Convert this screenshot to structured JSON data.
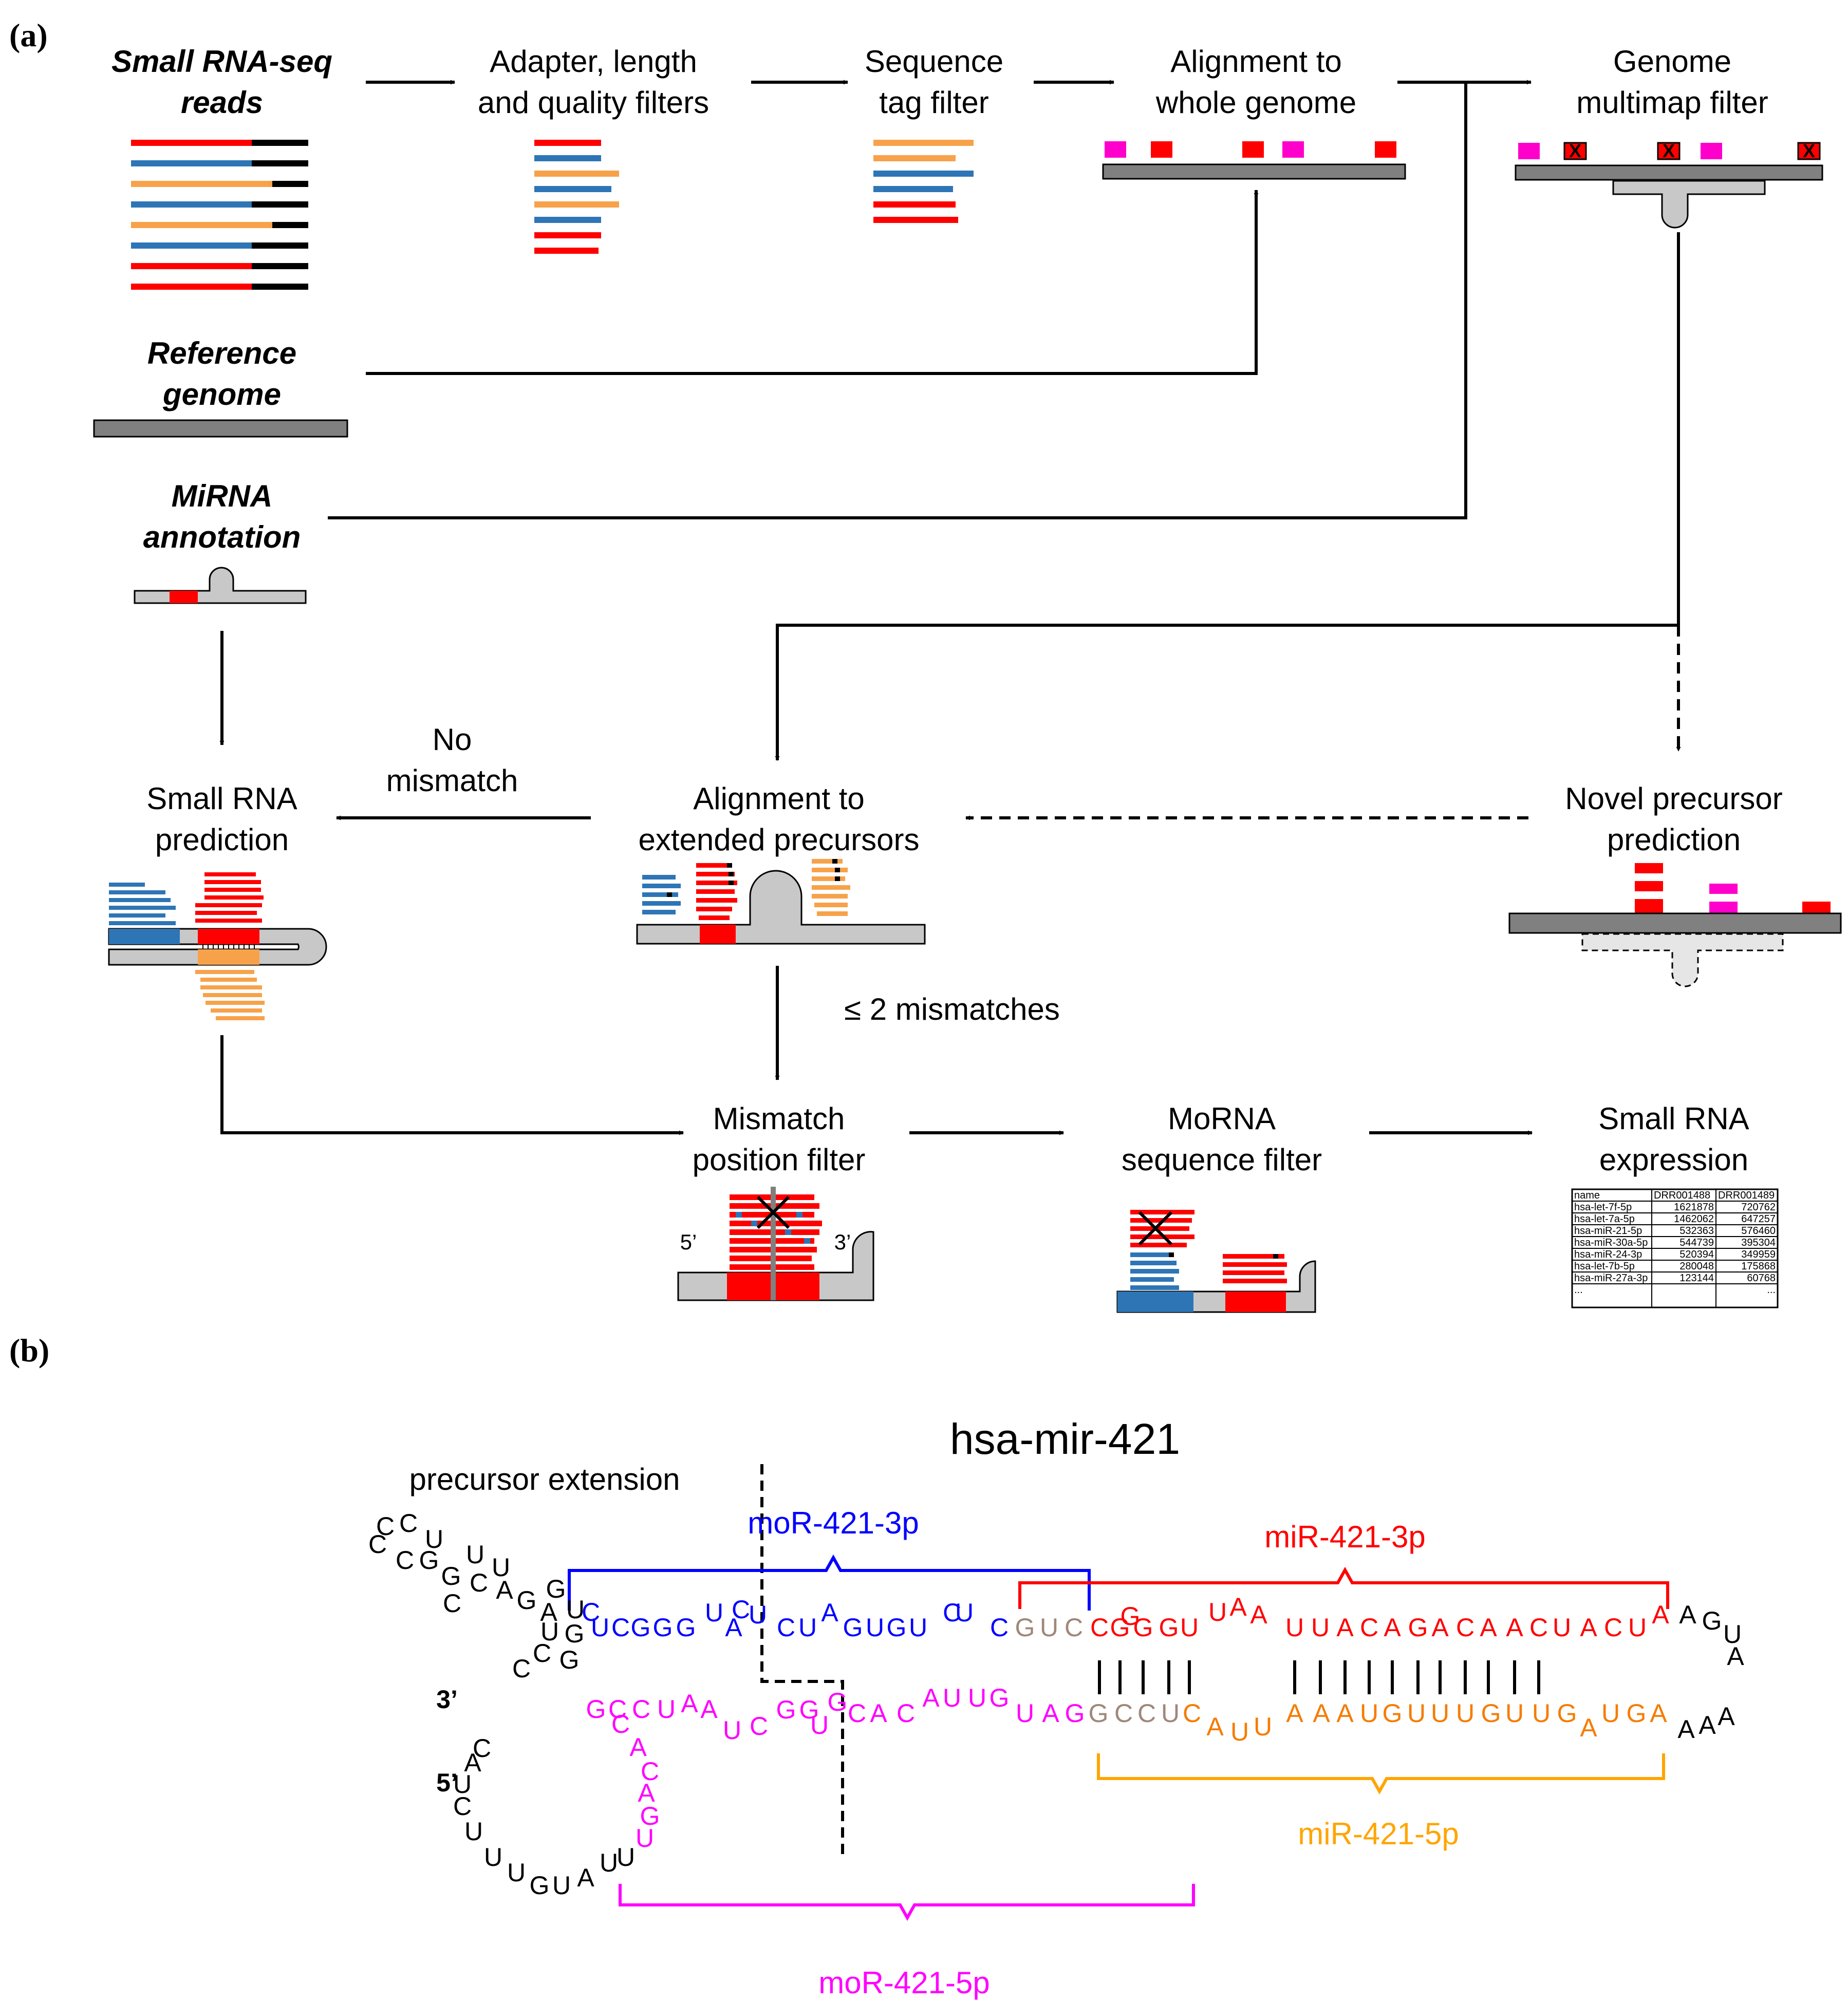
{
  "panels": {
    "a": "(a)",
    "b": "(b)"
  },
  "colors": {
    "red": "#ff0000",
    "blue": "#2e75b6",
    "orange": "#f7a24a",
    "black": "#000000",
    "magenta": "#ff00cc",
    "genome_gray": "#808080",
    "light_gray": "#c8c8c8",
    "nt_blue": "#0000ff",
    "nt_red": "#ff0000",
    "nt_orange": "#f57c00",
    "nt_magenta": "#ff00ff",
    "nt_brown": "#a0877a"
  },
  "panel_a": {
    "inputs": {
      "reads": [
        "Small RNA-seq",
        "reads"
      ],
      "genome": [
        "Reference",
        "genome"
      ],
      "annotation": [
        "MiRNA",
        "annotation"
      ]
    },
    "steps": {
      "adapter": [
        "Adapter, length",
        "and quality filters"
      ],
      "tag": [
        "Sequence",
        "tag filter"
      ],
      "align_genome": [
        "Alignment to",
        "whole genome"
      ],
      "multimap": [
        "Genome",
        "multimap filter"
      ],
      "novel": [
        "Novel precursor",
        "prediction"
      ],
      "align_ext": [
        "Alignment to",
        "extended precursors"
      ],
      "prediction": [
        "Small RNA",
        "prediction"
      ],
      "mismatch": [
        "Mismatch",
        "position filter"
      ],
      "morna": [
        "MoRNA",
        "sequence filter"
      ],
      "expression": [
        "Small RNA",
        "expression"
      ]
    },
    "edge_labels": {
      "no_mismatch": [
        "No",
        "mismatch"
      ],
      "two_mismatch": "≤ 2 mismatches"
    },
    "end_labels": {
      "five": "5’",
      "three": "3’"
    },
    "cross_mark": "X",
    "expression_table": {
      "header": [
        "name",
        "DRR001488",
        "DRR001489"
      ],
      "rows": [
        [
          "hsa-let-7f-5p",
          "1621878",
          "720762"
        ],
        [
          "hsa-let-7a-5p",
          "1462062",
          "647257"
        ],
        [
          "hsa-miR-21-5p",
          "532363",
          "576460"
        ],
        [
          "hsa-miR-30a-5p",
          "544739",
          "395304"
        ],
        [
          "hsa-miR-24-3p",
          "520394",
          "349959"
        ],
        [
          "hsa-let-7b-5p",
          "280048",
          "175868"
        ],
        [
          "hsa-miR-27a-3p",
          "123144",
          "60768"
        ],
        [
          "...",
          "",
          "..."
        ]
      ]
    }
  },
  "panel_b": {
    "title": "hsa-mir-421",
    "extension_label": "precursor extension",
    "brackets": {
      "mor3p": "moR-421-3p",
      "mir3p": "miR-421-3p",
      "mir5p": "miR-421-5p",
      "mor5p": "moR-421-5p"
    },
    "end_labels": {
      "three": "3’",
      "five": "5’"
    },
    "pair_count": 16,
    "nucleotides": [
      {
        "t": "C",
        "c": "black"
      },
      {
        "t": "C",
        "c": "black"
      },
      {
        "t": "C",
        "c": "black"
      },
      {
        "t": "U",
        "c": "black"
      },
      {
        "t": "C",
        "c": "black"
      },
      {
        "t": "G",
        "c": "black"
      },
      {
        "t": "G",
        "c": "black"
      },
      {
        "t": "U",
        "c": "black"
      },
      {
        "t": "C",
        "c": "black"
      },
      {
        "t": "U",
        "c": "black"
      },
      {
        "t": "C",
        "c": "black"
      },
      {
        "t": "A",
        "c": "black"
      },
      {
        "t": "G",
        "c": "black"
      },
      {
        "t": "G",
        "c": "black"
      },
      {
        "t": "A",
        "c": "black"
      },
      {
        "t": "U",
        "c": "black"
      },
      {
        "t": "U",
        "c": "black"
      },
      {
        "t": "G",
        "c": "black"
      },
      {
        "t": "C",
        "c": "black"
      },
      {
        "t": "C",
        "c": "black"
      },
      {
        "t": "G",
        "c": "black"
      },
      {
        "t": "C",
        "c": "blue"
      },
      {
        "t": "U",
        "c": "blue"
      },
      {
        "t": "C",
        "c": "blue"
      },
      {
        "t": "G",
        "c": "blue"
      },
      {
        "t": "G",
        "c": "blue"
      },
      {
        "t": "G",
        "c": "blue"
      },
      {
        "t": "U",
        "c": "blue"
      },
      {
        "t": "A",
        "c": "blue"
      },
      {
        "t": "C",
        "c": "blue"
      },
      {
        "t": "U",
        "c": "blue"
      },
      {
        "t": "C",
        "c": "blue"
      },
      {
        "t": "U",
        "c": "blue"
      },
      {
        "t": "A",
        "c": "blue"
      },
      {
        "t": "G",
        "c": "blue"
      },
      {
        "t": "U",
        "c": "blue"
      },
      {
        "t": "G",
        "c": "blue"
      },
      {
        "t": "U",
        "c": "blue"
      },
      {
        "t": "C",
        "c": "blue"
      },
      {
        "t": "U",
        "c": "blue"
      },
      {
        "t": "C",
        "c": "blue"
      },
      {
        "t": "G",
        "c": "brown"
      },
      {
        "t": "U",
        "c": "brown"
      },
      {
        "t": "C",
        "c": "brown"
      },
      {
        "t": "C",
        "c": "red"
      },
      {
        "t": "G",
        "c": "red"
      },
      {
        "t": "G",
        "c": "red"
      },
      {
        "t": "G",
        "c": "red"
      },
      {
        "t": "G",
        "c": "red"
      },
      {
        "t": "U",
        "c": "red"
      },
      {
        "t": "U",
        "c": "red"
      },
      {
        "t": "A",
        "c": "red"
      },
      {
        "t": "A",
        "c": "red"
      },
      {
        "t": "U",
        "c": "red"
      },
      {
        "t": "U",
        "c": "red"
      },
      {
        "t": "A",
        "c": "red"
      },
      {
        "t": "C",
        "c": "red"
      },
      {
        "t": "A",
        "c": "red"
      },
      {
        "t": "G",
        "c": "red"
      },
      {
        "t": "A",
        "c": "red"
      },
      {
        "t": "C",
        "c": "red"
      },
      {
        "t": "A",
        "c": "red"
      },
      {
        "t": "A",
        "c": "red"
      },
      {
        "t": "C",
        "c": "red"
      },
      {
        "t": "U",
        "c": "red"
      },
      {
        "t": "A",
        "c": "red"
      },
      {
        "t": "C",
        "c": "red"
      },
      {
        "t": "U",
        "c": "red"
      },
      {
        "t": "A",
        "c": "red"
      },
      {
        "t": "A",
        "c": "black"
      },
      {
        "t": "G",
        "c": "black"
      },
      {
        "t": "U",
        "c": "black"
      },
      {
        "t": "A",
        "c": "black"
      },
      {
        "t": "A",
        "c": "black"
      },
      {
        "t": "A",
        "c": "black"
      },
      {
        "t": "A",
        "c": "black"
      },
      {
        "t": "A",
        "c": "orange"
      },
      {
        "t": "G",
        "c": "orange"
      },
      {
        "t": "U",
        "c": "orange"
      },
      {
        "t": "A",
        "c": "orange"
      },
      {
        "t": "G",
        "c": "orange"
      },
      {
        "t": "U",
        "c": "orange"
      },
      {
        "t": "U",
        "c": "orange"
      },
      {
        "t": "G",
        "c": "orange"
      },
      {
        "t": "U",
        "c": "orange"
      },
      {
        "t": "U",
        "c": "orange"
      },
      {
        "t": "U",
        "c": "orange"
      },
      {
        "t": "G",
        "c": "orange"
      },
      {
        "t": "U",
        "c": "orange"
      },
      {
        "t": "A",
        "c": "orange"
      },
      {
        "t": "A",
        "c": "orange"
      },
      {
        "t": "A",
        "c": "orange"
      },
      {
        "t": "U",
        "c": "orange"
      },
      {
        "t": "U",
        "c": "orange"
      },
      {
        "t": "A",
        "c": "orange"
      },
      {
        "t": "C",
        "c": "orange"
      },
      {
        "t": "U",
        "c": "brown"
      },
      {
        "t": "C",
        "c": "brown"
      },
      {
        "t": "C",
        "c": "brown"
      },
      {
        "t": "G",
        "c": "brown"
      },
      {
        "t": "G",
        "c": "magenta"
      },
      {
        "t": "A",
        "c": "magenta"
      },
      {
        "t": "U",
        "c": "magenta"
      },
      {
        "t": "G",
        "c": "magenta"
      },
      {
        "t": "U",
        "c": "magenta"
      },
      {
        "t": "U",
        "c": "magenta"
      },
      {
        "t": "A",
        "c": "magenta"
      },
      {
        "t": "C",
        "c": "magenta"
      },
      {
        "t": "A",
        "c": "magenta"
      },
      {
        "t": "C",
        "c": "magenta"
      },
      {
        "t": "G",
        "c": "magenta"
      },
      {
        "t": "U",
        "c": "magenta"
      },
      {
        "t": "G",
        "c": "magenta"
      },
      {
        "t": "G",
        "c": "magenta"
      },
      {
        "t": "C",
        "c": "magenta"
      },
      {
        "t": "U",
        "c": "magenta"
      },
      {
        "t": "A",
        "c": "magenta"
      },
      {
        "t": "A",
        "c": "magenta"
      },
      {
        "t": "U",
        "c": "magenta"
      },
      {
        "t": "C",
        "c": "magenta"
      },
      {
        "t": "C",
        "c": "magenta"
      },
      {
        "t": "G",
        "c": "magenta"
      },
      {
        "t": "C",
        "c": "magenta"
      },
      {
        "t": "A",
        "c": "magenta"
      },
      {
        "t": "C",
        "c": "magenta"
      },
      {
        "t": "A",
        "c": "magenta"
      },
      {
        "t": "G",
        "c": "magenta"
      },
      {
        "t": "U",
        "c": "magenta"
      },
      {
        "t": "U",
        "c": "black"
      },
      {
        "t": "U",
        "c": "black"
      },
      {
        "t": "A",
        "c": "black"
      },
      {
        "t": "U",
        "c": "black"
      },
      {
        "t": "G",
        "c": "black"
      },
      {
        "t": "U",
        "c": "black"
      },
      {
        "t": "U",
        "c": "black"
      },
      {
        "t": "U",
        "c": "black"
      },
      {
        "t": "C",
        "c": "black"
      },
      {
        "t": "U",
        "c": "black"
      },
      {
        "t": "A",
        "c": "black"
      },
      {
        "t": "C",
        "c": "black"
      }
    ]
  }
}
